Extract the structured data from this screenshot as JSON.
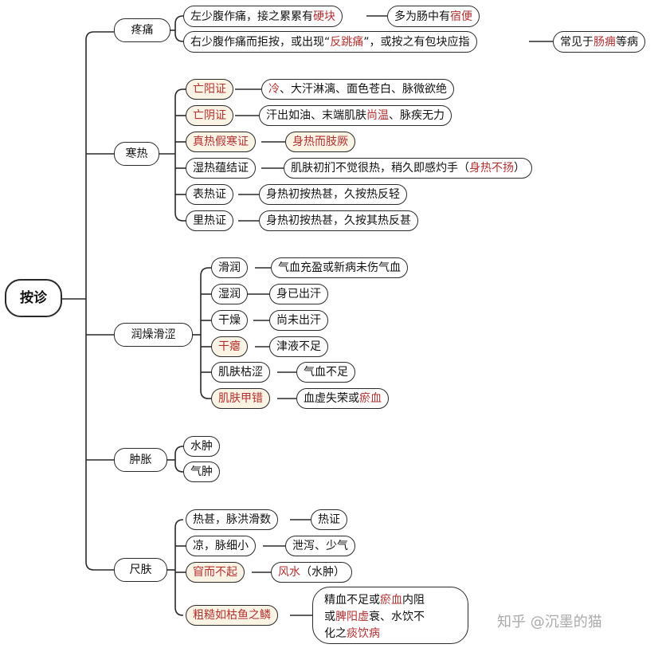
{
  "root": "按诊",
  "pain": {
    "label": "疼痛",
    "item1": [
      "左少腹作痛，接之累累有",
      "硬块"
    ],
    "item1_result": [
      "多为肠中有",
      "宿便"
    ],
    "item2": [
      "右少腹作痛而拒按，或出现“",
      "反跳痛",
      "”，或按之有包块应指"
    ],
    "item2_result": [
      "常见于",
      "肠痈",
      "等病"
    ]
  },
  "coldheat": {
    "label": "寒热",
    "items": [
      {
        "label": "亡阳证",
        "result": [
          "冷",
          "、大汗淋漓、面色苍白、脉微欲绝"
        ]
      },
      {
        "label": "亡阴证",
        "result": [
          "汗出如油、末端肌肤",
          "尚温",
          "、脉疾无力"
        ]
      },
      {
        "label": "真热假寒证",
        "result": [
          "身热而肢厥"
        ]
      },
      {
        "label": "湿热蕴结证",
        "result": [
          "肌肤初扪不觉很热，稍久即感灼手（",
          "身热不扬",
          "）"
        ]
      },
      {
        "label": "表热证",
        "result": [
          "身热初按热甚，久按热反轻"
        ]
      },
      {
        "label": "里热证",
        "result": [
          "身热初按热甚，久按其热反甚"
        ]
      }
    ]
  },
  "moisture": {
    "label": "润燥滑涩",
    "items": [
      {
        "label": "滑润",
        "result": "气血充盈或新病未伤气血"
      },
      {
        "label": "湿润",
        "result": "身已出汗"
      },
      {
        "label": "干燥",
        "result": "尚未出汗"
      },
      {
        "label": "干瘪",
        "result": "津液不足"
      },
      {
        "label": "肌肤枯涩",
        "result": "气血不足"
      },
      {
        "label": "肌肤甲错",
        "result": [
          "血虚失荣或",
          "瘀血"
        ]
      }
    ]
  },
  "swelling": {
    "label": "肿胀",
    "items": [
      "水肿",
      "气肿"
    ]
  },
  "skin": {
    "label": "尺肤",
    "items": [
      {
        "label": "热甚，脉洪滑数",
        "result": "热证"
      },
      {
        "label": "凉，脉细小",
        "result": "泄泻、少气"
      },
      {
        "label": "窅而不起",
        "result": [
          "风水",
          "（水肿）"
        ]
      },
      {
        "label": "粗糙如枯鱼之鳞",
        "result": [
          [
            "精血不足或",
            "瘀血",
            "内阻"
          ],
          [
            "或",
            "脾阳虚",
            "衰、水饮不"
          ],
          [
            "化之",
            "痰饮病"
          ]
        ]
      }
    ]
  },
  "watermark": "知乎 @沉墨的猫",
  "colors": {
    "line": "#2a2a2a",
    "highlight_text": "#b23030",
    "highlight_fill": "#fbf3e3"
  }
}
